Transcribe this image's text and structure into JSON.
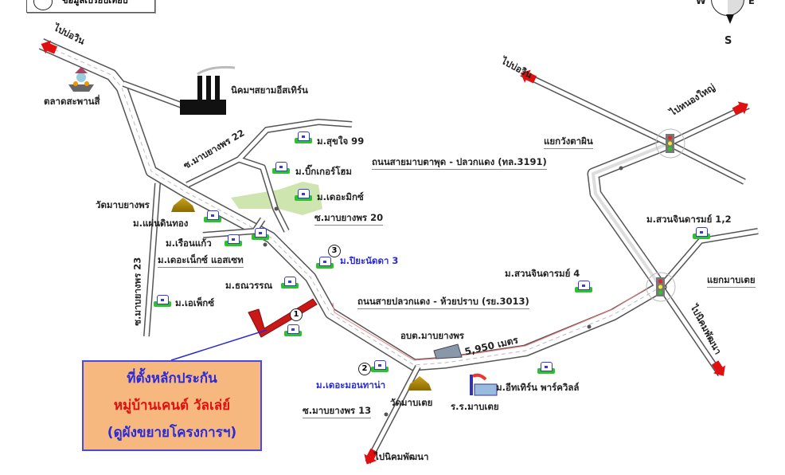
{
  "legend": {
    "label": "ข้อมูลเปรียบเทียบ"
  },
  "compass": {
    "west": "W",
    "east": "E",
    "south": "S"
  },
  "directions": {
    "to_bowin_left": "ไปบ่อวิน",
    "to_bowin_right": "ไปบ่อวิน",
    "to_nong_yai": "ไปหนองใหญ่",
    "to_nikhom_phatthana_right": "ไปนิคมพัฒนา",
    "to_nikhom_phatthana_bottom": "ไปนิคมพัฒนา"
  },
  "landmarks": {
    "market": "ตลาดสะพานสี่",
    "industrial_estate": "นิคมฯสยามอีสเทิร์น",
    "wat_mab_yang_phon": "วัดมาบยางพร",
    "wat_mab_toei": "วัดมาบเตย",
    "school": "ร.ร.มาบเตย",
    "sao": "อบต.มาบยางพร",
    "junction_wang_ta_phin": "แยกวังตาผิน",
    "junction_mab_toei": "แยกมาบเตย"
  },
  "roads": {
    "soi_22": "ซ.มาบยางพร 22",
    "soi_20": "ซ.มาบยางพร 20",
    "soi_23": "ซ.มาบยางพร 23",
    "soi_13": "ซ.มาบยางพร 13",
    "road_3191": "ถนนสายมาบตาพุด - ปลวกแดง (ทล.3191)",
    "road_3013": "ถนนสายปลวกแดง - ห้วยปราบ (รย.3013)",
    "distance": "5,950 เมตร"
  },
  "villages": {
    "sukjai": "ม.สุขใจ 99",
    "bigger_home": "ม.บิ๊กเกอร์โฮม",
    "the_mix": "ม.เดอะมิกซ์",
    "paendin_thong": "ม.แผ่นดินทอง",
    "ruean_kaew": "ม.เรือนแก้ว",
    "the_next_asset": "ม.เดอะเน็กซ์ แอสเซท",
    "thanawan": "ม.ธณวรรณ",
    "apex": "ม.เอเพ็กซ์",
    "piyanatda": "ม.ปิยะนัดดา 3",
    "the_montana": "ม.เดอะมอนทาน่า",
    "suan_chindarom_4": "ม.สวนจินดารมย์ 4",
    "suan_chindarom_12": "ม.สวนจินดารมย์ 1,2",
    "eastern_parkville": "ม.อีทเทิร์น พาร์ควิลล์"
  },
  "markers": {
    "one": "1",
    "two": "2",
    "three": "3"
  },
  "callout": {
    "line1": "ที่ตั้งหลักประกัน",
    "line2": "หมู่บ้านเคนต์ วัลเล่ย์",
    "line3": "(ดูผังขยายโครงการฯ)"
  },
  "colors": {
    "road_outline": "#555555",
    "arrow": "#e01010",
    "callout_bg": "#f7b880",
    "callout_border": "#4a4ae0",
    "site": "#c81818",
    "highlight_text": "#2a2ad6",
    "route": "#f08080"
  }
}
